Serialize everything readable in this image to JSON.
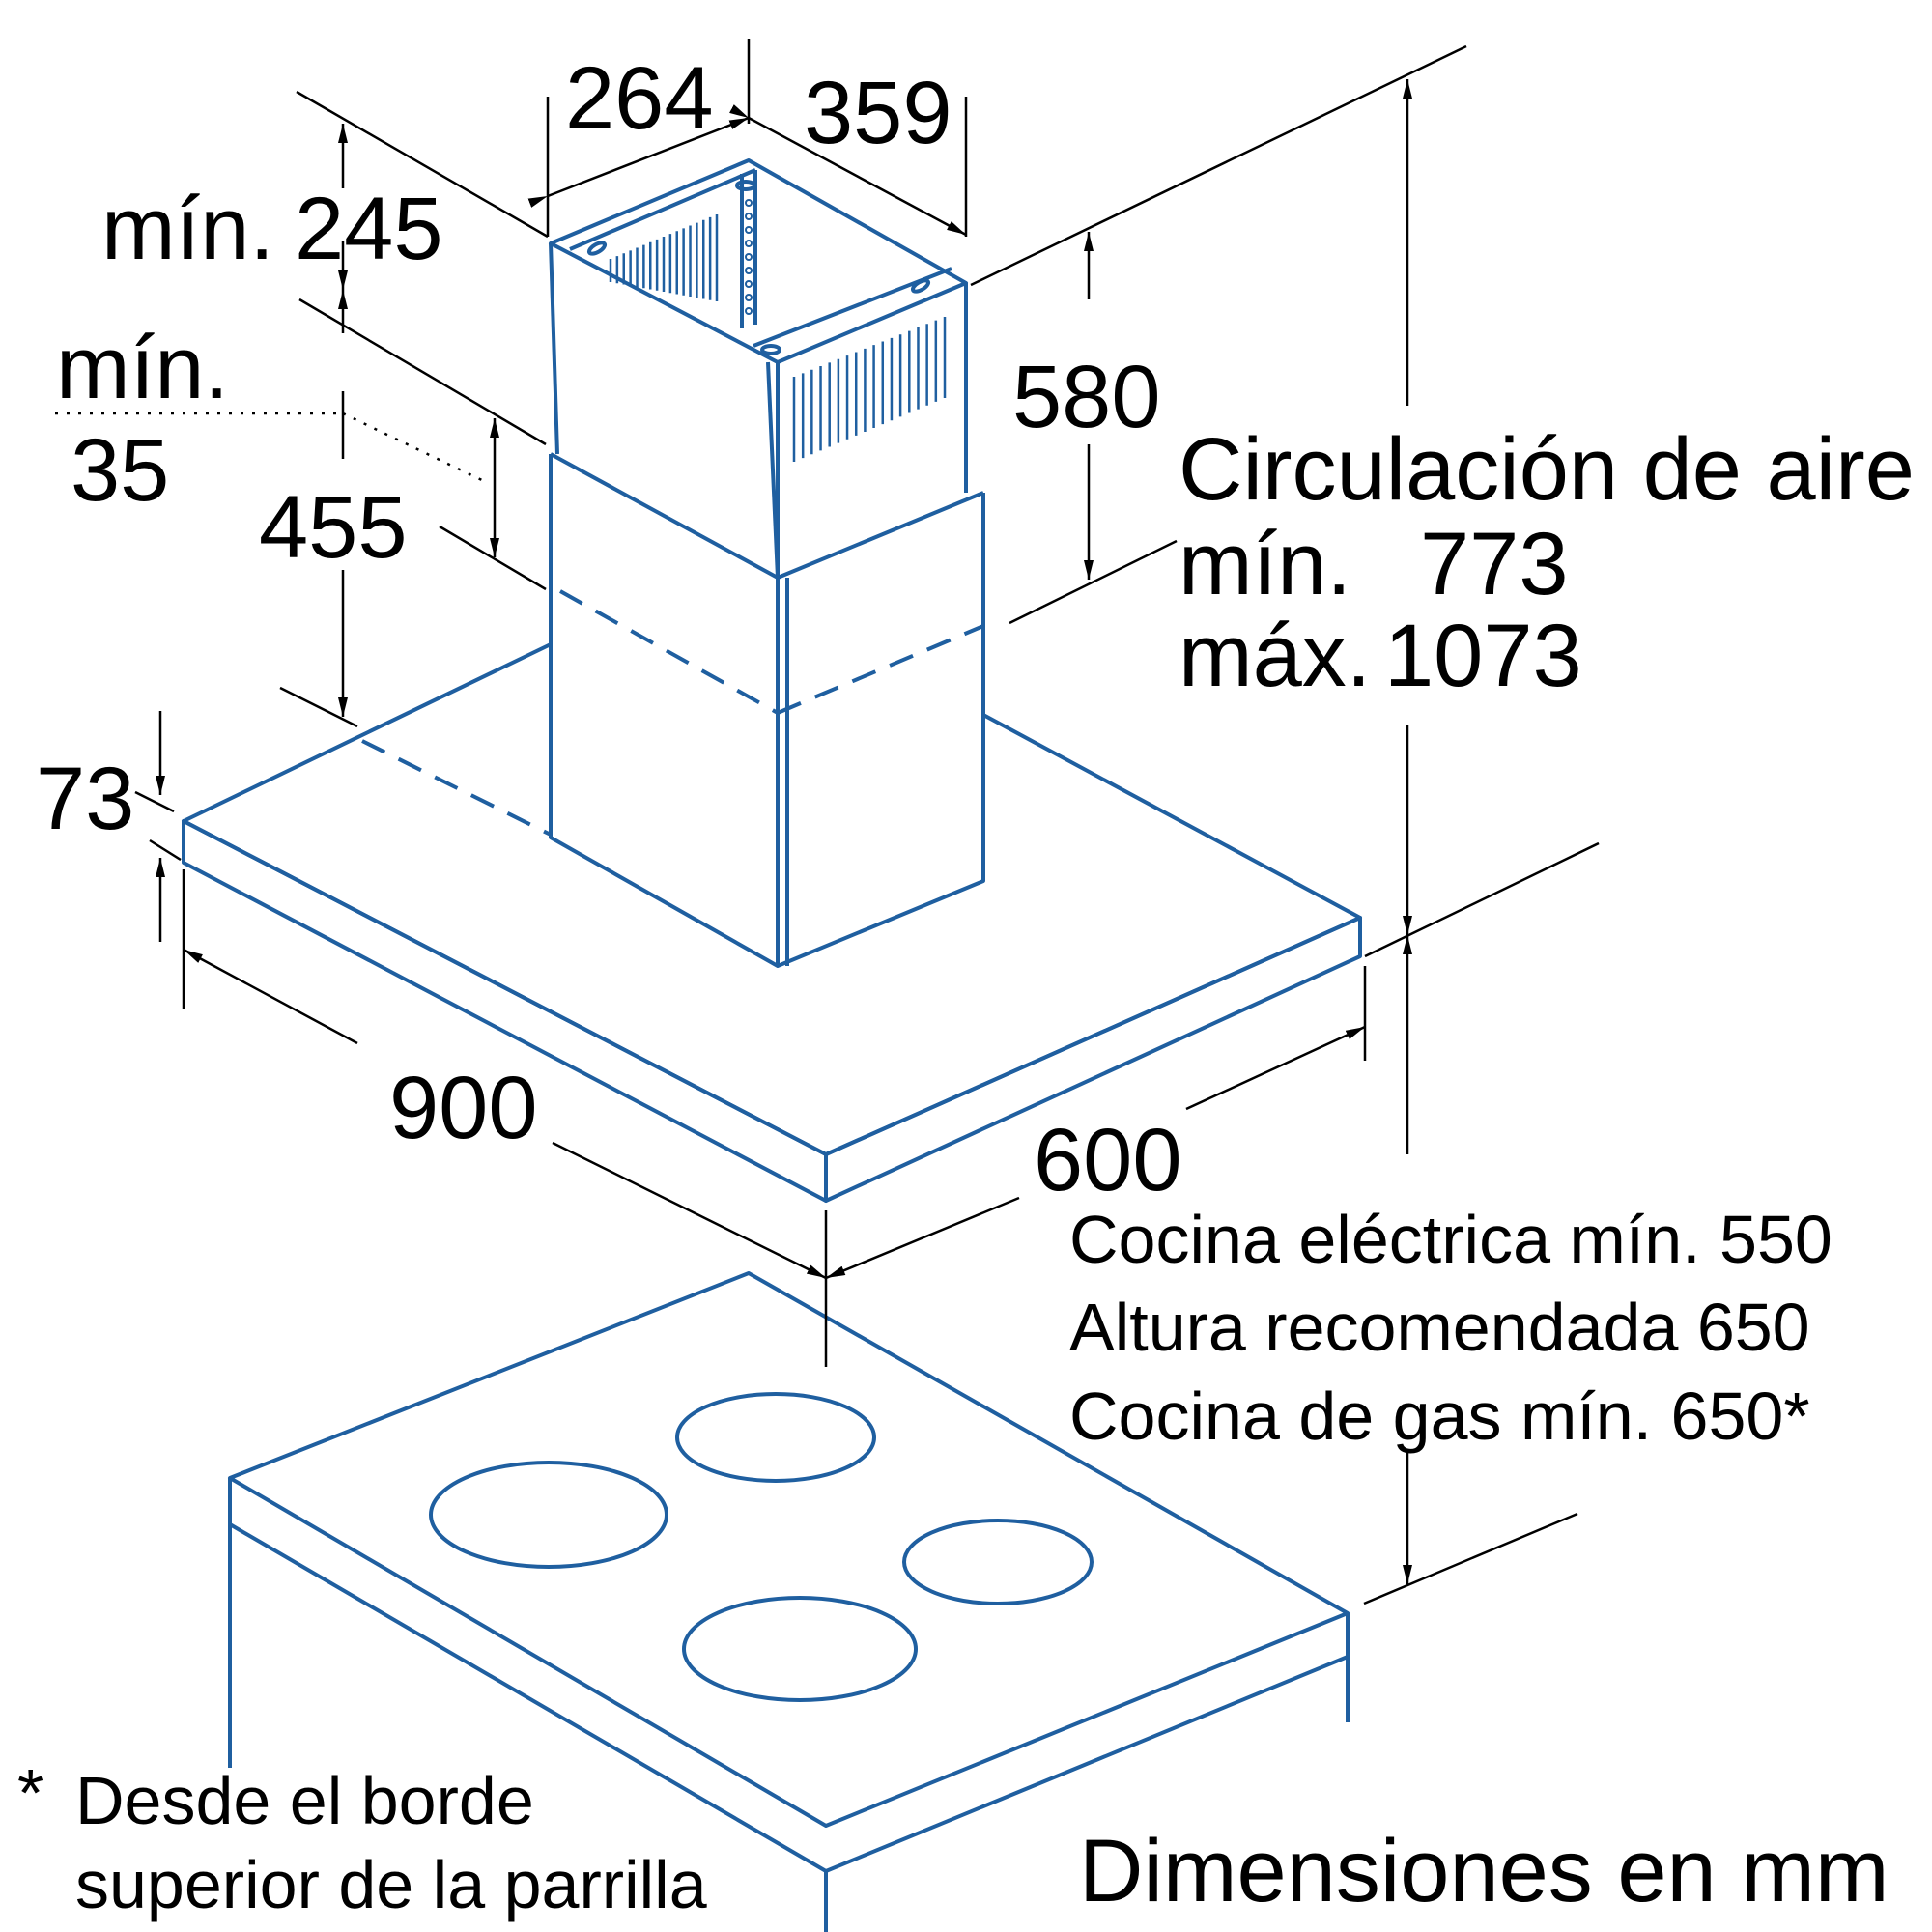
{
  "dimensions": {
    "chimney_depth": "264",
    "chimney_width": "359",
    "min_245_prefix": "mín.",
    "min_245_value": "245",
    "min_35_prefix": "mín.",
    "min_35_value": "35",
    "upper_455": "455",
    "upper_580": "580",
    "hood_height": "73",
    "hood_width": "900",
    "hood_depth": "600"
  },
  "circulation": {
    "title": "Circulación de aire",
    "min_label": "mín.",
    "min_value": "773",
    "max_label": "máx.",
    "max_value": "1073"
  },
  "cooktop_notes": {
    "electric": "Cocina eléctrica mín. 550",
    "recommended": "Altura recomendada 650",
    "gas": "Cocina de gas mín. 650*"
  },
  "footnote": {
    "marker": "*",
    "line1": "Desde el borde",
    "line2": "superior de la parrilla"
  },
  "units_caption": "Dimensiones en mm",
  "colors": {
    "product_stroke": "#1f5fa0",
    "dimension_stroke": "#000000"
  }
}
